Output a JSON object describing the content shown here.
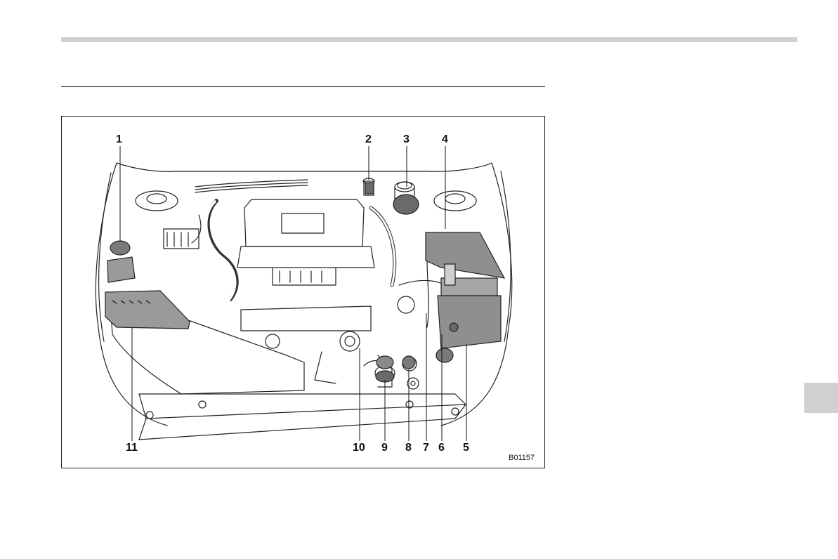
{
  "figure": {
    "code": "B01157",
    "callouts": [
      "1",
      "2",
      "3",
      "4",
      "5",
      "6",
      "7",
      "8",
      "9",
      "10",
      "11"
    ]
  }
}
